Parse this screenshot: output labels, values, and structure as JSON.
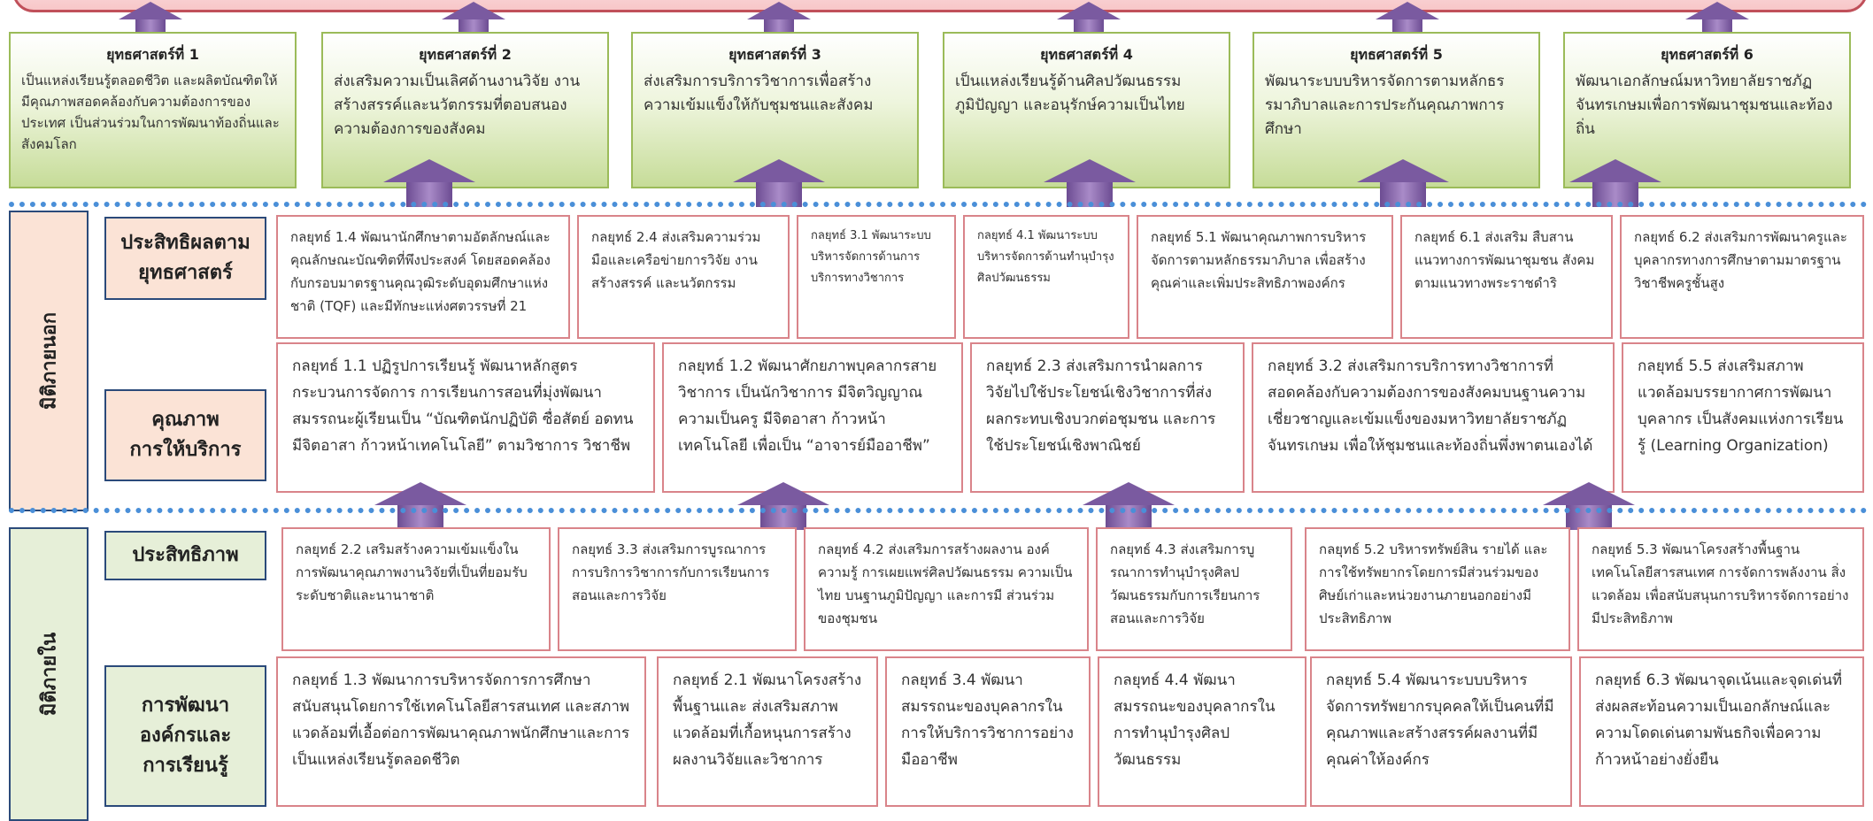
{
  "strategies": [
    {
      "title": "ยุทธศาสตร์ที่ 1",
      "text": "เป็นแหล่งเรียนรู้ตลอดชีวิต และผลิตบัณฑิตให้มีคุณภาพสอดคล้องกับความต้องการของประเทศ เป็นส่วนร่วมในการพัฒนาท้องถิ่นและสังคมโลก"
    },
    {
      "title": "ยุทธศาสตร์ที่ 2",
      "text": "ส่งเสริมความเป็นเลิศด้านงานวิจัย งานสร้างสรรค์และนวัตกรรมที่ตอบสนองความต้องการของสังคม"
    },
    {
      "title": "ยุทธศาสตร์ที่ 3",
      "text": "ส่งเสริมการบริการวิชาการเพื่อสร้างความเข้มแข็งให้กับชุมชนและสังคม"
    },
    {
      "title": "ยุทธศาสตร์ที่ 4",
      "text": "เป็นแหล่งเรียนรู้ด้านศิลปวัฒนธรรม ภูมิปัญญา และอนุรักษ์ความเป็นไทย"
    },
    {
      "title": "ยุทธศาสตร์ที่ 5",
      "text": "พัฒนาระบบบริหารจัดการตามหลักธรรมาภิบาลและการประกันคุณภาพการศึกษา"
    },
    {
      "title": "ยุทธศาสตร์ที่ 6",
      "text": "พัฒนาเอกลักษณ์มหาวิทยาลัยราชภัฏจันทรเกษมเพื่อการพัฒนาชุมชนและท้องถิ่น"
    }
  ],
  "dimensions": {
    "external": "มิติภายนอก",
    "internal": "มิติภายใน"
  },
  "rows": {
    "effectiveness": "ประสิทธิผลตาม\nยุทธศาสตร์",
    "quality": "คุณภาพ\nการให้บริการ",
    "efficiency": "ประสิทธิภาพ",
    "development": "การพัฒนา\nองค์กรและ\nการเรียนรู้"
  },
  "row1": [
    "กลยุทธ์ 1.4 พัฒนานักศึกษาตามอัตลักษณ์และคุณลักษณะบัณฑิตที่พึงประสงค์ โดยสอดคล้องกับกรอบมาตรฐานคุณวุฒิระดับอุดมศึกษาแห่งชาติ (TQF) และมีทักษะแห่งศตวรรษที่ 21",
    "กลยุทธ์ 2.4 ส่งเสริมความร่วมมือและเครือข่ายการวิจัย งานสร้างสรรค์ และนวัตกรรม",
    "กลยุทธ์ 3.1 พัฒนาระบบบริหารจัดการด้านการบริการทางวิชาการ",
    "กลยุทธ์ 4.1 พัฒนาระบบบริหารจัดการด้านทำนุบำรุงศิลปวัฒนธรรม",
    "กลยุทธ์ 5.1 พัฒนาคุณภาพการบริหารจัดการตามหลักธรรมาภิบาล เพื่อสร้างคุณค่าและเพิ่มประสิทธิภาพองค์กร",
    "กลยุทธ์ 6.1 ส่งเสริม สืบสาน แนวทางการพัฒนาชุมชน สังคม ตามแนวทางพระราชดำริ",
    "กลยุทธ์ 6.2 ส่งเสริมการพัฒนาครูและบุคลากรทางการศึกษาตามมาตรฐานวิชาชีพครูชั้นสูง"
  ],
  "row2": [
    "กลยุทธ์ 1.1 ปฏิรูปการเรียนรู้ พัฒนาหลักสูตร กระบวนการจัดการ การเรียนการสอนที่มุ่งพัฒนาสมรรถนะผู้เรียนเป็น “บัณฑิตนักปฏิบัติ ซื่อสัตย์ อดทน มีจิตอาสา ก้าวหน้าเทคโนโลยี” ตามวิชาการ วิชาชีพ",
    "กลยุทธ์ 1.2 พัฒนาศักยภาพบุคลากรสายวิชาการ เป็นนักวิชาการ มีจิตวิญญาณความเป็นครู มีจิตอาสา ก้าวหน้าเทคโนโลยี เพื่อเป็น “อาจารย์มืออาชีพ”",
    "กลยุทธ์ 2.3 ส่งเสริมการนำผลการวิจัยไปใช้ประโยชน์เชิงวิชาการที่ส่งผลกระทบเชิงบวกต่อชุมชน และการใช้ประโยชน์เชิงพาณิชย์",
    "กลยุทธ์ 3.2 ส่งเสริมการบริการทางวิชาการที่สอดคล้องกับความต้องการของสังคมบนฐานความเชี่ยวชาญและเข้มแข็งของมหาวิทยาลัยราชภัฏจันทรเกษม เพื่อให้ชุมชนและท้องถิ่นพึ่งพาตนเองได้",
    "กลยุทธ์ 5.5 ส่งเสริมสภาพแวดล้อมบรรยากาศการพัฒนาบุคลากร เป็นสังคมแห่งการเรียนรู้ (Learning Organization)"
  ],
  "row3": [
    "กลยุทธ์ 2.2 เสริมสร้างความเข้มแข็งในการพัฒนาคุณภาพงานวิจัยที่เป็นที่ยอมรับระดับชาติและนานาชาติ",
    "กลยุทธ์ 3.3 ส่งเสริมการบูรณาการการบริการวิชาการกับการเรียนการสอนและการวิจัย",
    "กลยุทธ์ 4.2 ส่งเสริมการสร้างผลงาน องค์ความรู้ การเผยแพร่ศิลปวัฒนธรรม ความเป็นไทย บนฐานภูมิปัญญา และการมี ส่วนร่วมของชุมชน",
    "กลยุทธ์ 4.3 ส่งเสริมการบูรณาการทำนุบำรุงศิลปวัฒนธรรมกับการเรียนการสอนและการวิจัย",
    "กลยุทธ์ 5.2 บริหารทรัพย์สิน รายได้ และการใช้ทรัพยากรโดยการมีส่วนร่วมของศิษย์เก่าและหน่วยงานภายนอกอย่างมีประสิทธิภาพ",
    "กลยุทธ์ 5.3 พัฒนาโครงสร้างพื้นฐานเทคโนโลยีสารสนเทศ การจัดการพลังงาน สิ่งแวดล้อม เพื่อสนับสนุนการบริหารจัดการอย่างมีประสิทธิภาพ"
  ],
  "row4": [
    "กลยุทธ์ 1.3 พัฒนาการบริหารจัดการการศึกษา สนับสนุนโดยการใช้เทคโนโลยีสารสนเทศ และสภาพแวดล้อมที่เอื้อต่อการพัฒนาคุณภาพนักศึกษาและการเป็นแหล่งเรียนรู้ตลอดชีวิต",
    "กลยุทธ์ 2.1 พัฒนาโครงสร้างพื้นฐานและ ส่งเสริมสภาพแวดล้อมที่เกื้อหนุนการสร้างผลงานวิจัยและวิชาการ",
    "กลยุทธ์ 3.4 พัฒนาสมรรถนะของบุคลากรในการให้บริการวิชาการอย่างมืออาชีพ",
    "กลยุทธ์ 4.4 พัฒนาสมรรถนะของบุคลากรในการทำนุบำรุงศิลปวัฒนธรรม",
    "กลยุทธ์ 5.4 พัฒนาระบบบริหารจัดการทรัพยากรบุคคลให้เป็นคนที่มีคุณภาพและสร้างสรรค์ผลงานที่มีคุณค่าให้องค์กร",
    "กลยุทธ์ 6.3 พัฒนาจุดเน้นและจุดเด่นที่ส่งผลสะท้อนความเป็นเอกลักษณ์และความโดดเด่นตามพันธกิจเพื่อความก้าวหน้าอย่างยั่งยืน"
  ]
}
